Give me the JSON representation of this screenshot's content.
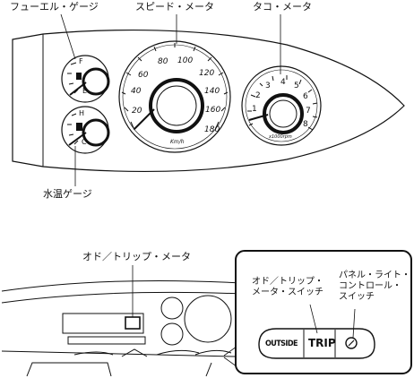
{
  "top_labels": {
    "fuel_gauge": "フューエル・ゲージ",
    "speedometer": "スピード・メータ",
    "tachometer": "タコ・メータ",
    "water_temp_gauge": "水温ゲージ"
  },
  "fuel": {
    "full": "F",
    "empty": "E"
  },
  "temp": {
    "hot": "H",
    "cold": "C"
  },
  "speedometer": {
    "unit": "Km/h",
    "ticks": [
      "20",
      "40",
      "60",
      "80",
      "100",
      "120",
      "140",
      "160",
      "180"
    ]
  },
  "tachometer": {
    "unit": "x1000rpm",
    "ticks": [
      "1",
      "2",
      "3",
      "4",
      "5",
      "6",
      "7",
      "8"
    ]
  },
  "bottom_labels": {
    "odo_trip_meter": "オド／トリップ・メータ",
    "odo_trip_switch": "オド／トリップ・\nメータ・スイッチ",
    "panel_light_switch": "パネル・ライト・\nコントロール・\nスイッチ"
  },
  "buttons": {
    "outside": "OUTSIDE",
    "trip": "TRIP"
  }
}
